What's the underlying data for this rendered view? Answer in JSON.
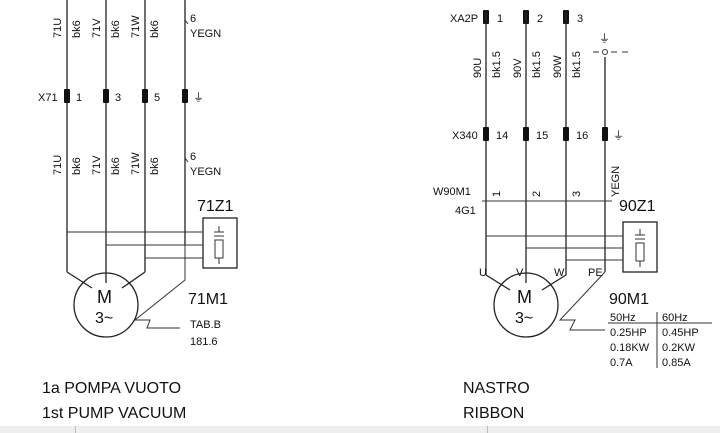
{
  "left": {
    "top_wires": [
      "71U",
      "bk6",
      "71V",
      "bk6",
      "71W",
      "bk6"
    ],
    "top_pe_num": "6",
    "top_pe_color": "YEGN",
    "terminal_block": "X71",
    "terminals": [
      "1",
      "3",
      "5"
    ],
    "pe_symbol": "⏚",
    "mid_wires": [
      "71U",
      "bk6",
      "71V",
      "bk6",
      "71W",
      "bk6"
    ],
    "mid_pe_num": "6",
    "mid_pe_color": "YEGN",
    "relay_label": "71Z1",
    "motor_letter": "M",
    "motor_phase": "3~",
    "motor_label": "71M1",
    "tab_label": "TAB.B",
    "tab_value": "181.6",
    "caption_it": "1a POMPA VUOTO",
    "caption_en": "1st PUMP VACUUM"
  },
  "right": {
    "connector": "XA2P",
    "connector_pins": [
      "1",
      "2",
      "3"
    ],
    "top_wires": [
      "90U",
      "bk1.5",
      "90V",
      "bk1.5",
      "90W",
      "bk1.5"
    ],
    "pe_symbol": "⏚",
    "terminal_block": "X340",
    "terminals": [
      "14",
      "15",
      "16"
    ],
    "cable_label": "W90M1",
    "cable_sub": "4G1",
    "cable_cores": [
      "1",
      "2",
      "3"
    ],
    "cable_pe_color": "YEGN",
    "relay_label": "90Z1",
    "phase_labels": [
      "U",
      "V",
      "W",
      "PE"
    ],
    "motor_letter": "M",
    "motor_phase": "3~",
    "motor_label": "90M1",
    "spec_headers": [
      "50Hz",
      "60Hz"
    ],
    "spec_rows": [
      [
        "0.25HP",
        "0.45HP"
      ],
      [
        "0.18KW",
        "0.2KW"
      ],
      [
        "0.7A",
        "0.85A"
      ]
    ],
    "caption_it": "NASTRO",
    "caption_en": "RIBBON"
  }
}
